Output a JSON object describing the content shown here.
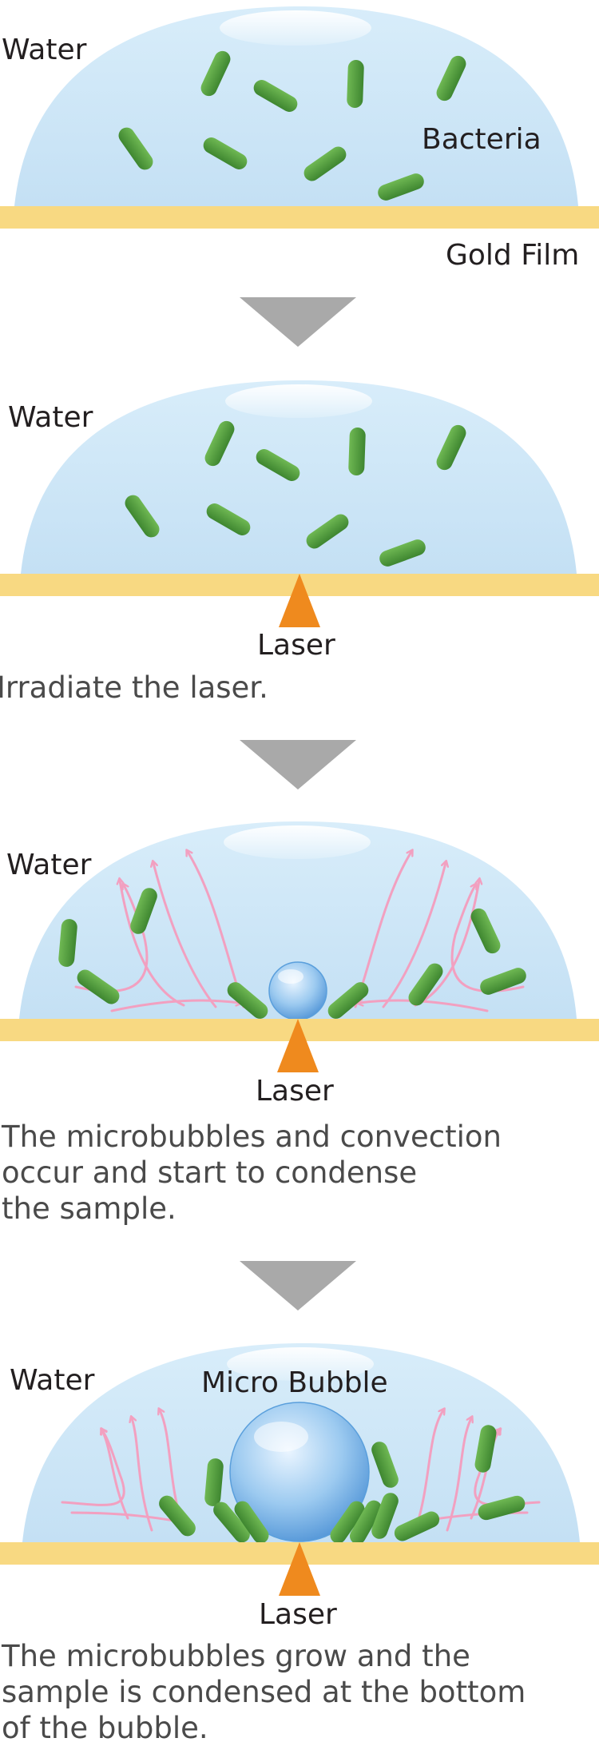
{
  "steps": [
    {
      "water_label": "Water",
      "bacteria_label": "Bacteria",
      "gold_film_label": "Gold Film",
      "laser_label": "",
      "bubble_label": "",
      "caption_lines": []
    },
    {
      "water_label": "Water",
      "bacteria_label": "",
      "gold_film_label": "",
      "laser_label": "Laser",
      "bubble_label": "",
      "caption_lines": [
        "Irradiate the laser."
      ]
    },
    {
      "water_label": "Water",
      "bacteria_label": "",
      "gold_film_label": "",
      "laser_label": "Laser",
      "bubble_label": "",
      "caption_lines": [
        "The microbubbles and convection",
        "occur and start to condense",
        "the sample."
      ]
    },
    {
      "water_label": "Water",
      "bacteria_label": "",
      "gold_film_label": "",
      "laser_label": "Laser",
      "bubble_label": "Micro Bubble",
      "caption_lines": [
        "The microbubbles grow and the",
        "sample is condensed at the bottom",
        "of the bubble."
      ]
    }
  ],
  "colors": {
    "water": "#cde6f7",
    "gold_film": "#f8d982",
    "bacteria": "#4e9a3c",
    "laser": "#ef8a1e",
    "convection_arrow": "#f2a0c0",
    "step_arrow": "#a9a9a9",
    "bubble": "#7fb9ea"
  },
  "icons": {
    "step_arrow": "down-triangle-icon",
    "laser": "laser-triangle-icon",
    "bacterium": "rod-bacterium-icon"
  }
}
